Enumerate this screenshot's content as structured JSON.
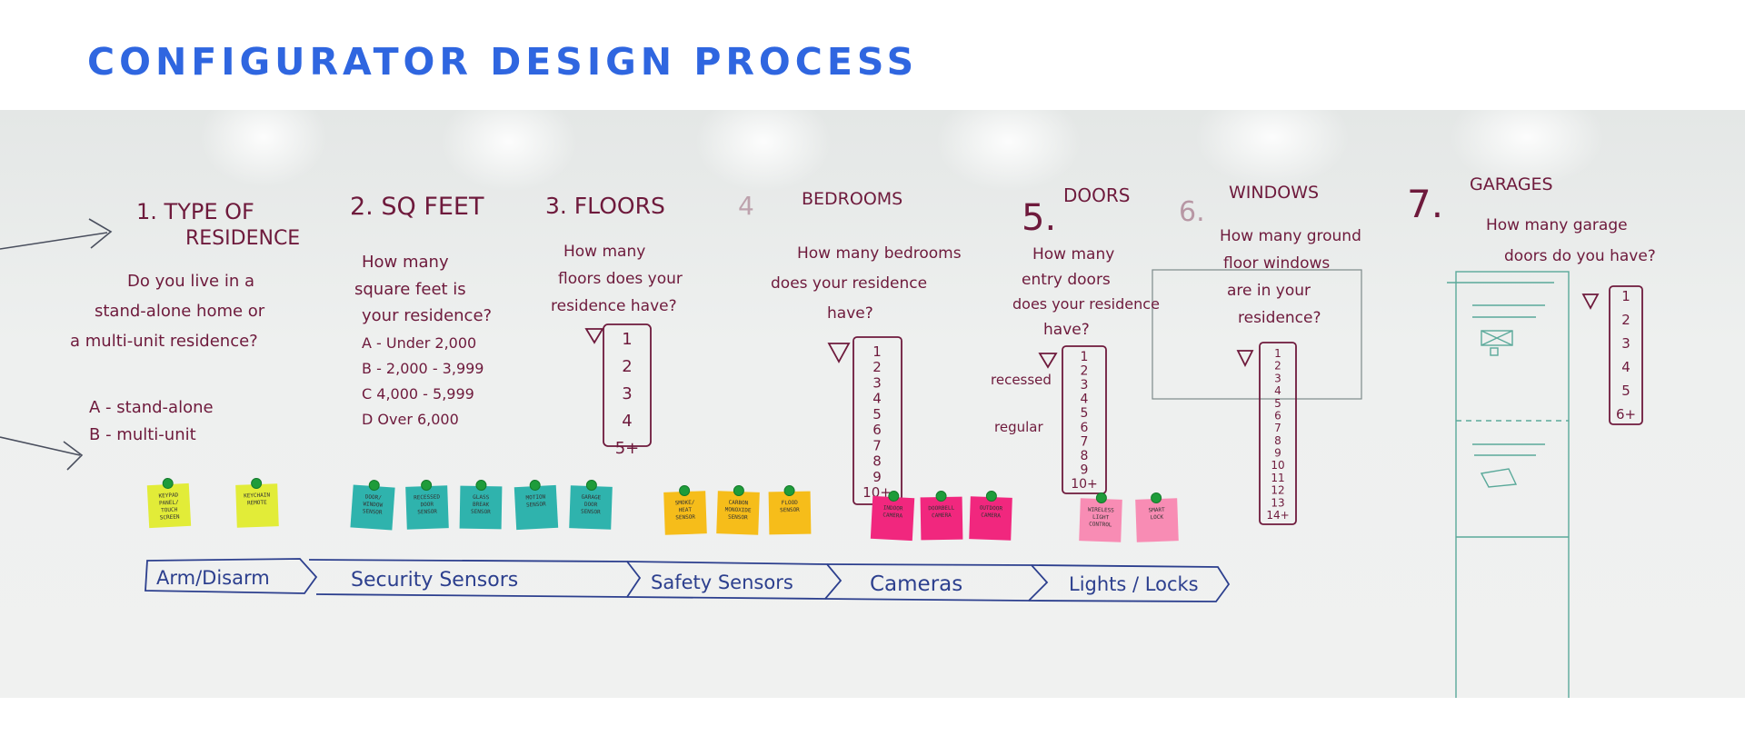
{
  "title": "CONFIGURATOR DESIGN PROCESS",
  "colors": {
    "title": "#2f66e0",
    "marker": "#6e1a3c",
    "blue_marker": "#2c3f8e",
    "teal_marker": "#5aa99a"
  },
  "steps": [
    {
      "heading": [
        "1. TYPE OF",
        "RESIDENCE"
      ],
      "question": [
        "Do you live in a",
        "stand-alone home or",
        "a multi-unit residence?"
      ],
      "answers": [
        "A - stand-alone",
        "B - multi-unit"
      ]
    },
    {
      "heading": [
        "2. SQ FEET"
      ],
      "question": [
        "How many",
        "square feet is",
        "your residence?"
      ],
      "answers": [
        "A - Under 2,000",
        "B - 2,000 - 3,999",
        "C   4,000 - 5,999",
        "D  Over 6,000"
      ]
    },
    {
      "heading": [
        "3. FLOORS"
      ],
      "question": [
        "How many",
        "floors does your",
        "residence have?"
      ],
      "options": [
        "1",
        "2",
        "3",
        "4",
        "5+"
      ]
    },
    {
      "heading": [
        "4",
        "BEDROOMS"
      ],
      "question": [
        "How many bedrooms",
        "does your residence",
        "have?"
      ],
      "options": [
        "1",
        "2",
        "3",
        "4",
        "5",
        "6",
        "7",
        "8",
        "9",
        "10+"
      ]
    },
    {
      "heading": [
        "5.",
        "DOORS"
      ],
      "question": [
        "How many",
        "entry doors",
        "does your residence",
        "have?"
      ],
      "side_labels": [
        "recessed",
        "regular"
      ],
      "options": [
        "1",
        "2",
        "3",
        "4",
        "5",
        "6",
        "7",
        "8",
        "9",
        "10+"
      ]
    },
    {
      "heading": [
        "6.",
        "WINDOWS"
      ],
      "question": [
        "How many ground",
        "floor windows",
        "are in your",
        "residence?"
      ],
      "options": [
        "1",
        "2",
        "3",
        "4",
        "5",
        "6",
        "7",
        "8",
        "9",
        "10",
        "11",
        "12",
        "13",
        "14+"
      ]
    },
    {
      "heading": [
        "7.",
        "GARAGES"
      ],
      "question": [
        "How many garage",
        "doors do you have?"
      ],
      "options": [
        "1",
        "2",
        "3",
        "4",
        "5",
        "6+"
      ]
    }
  ],
  "sticky_notes": [
    {
      "label": "KEYPAD PANEL/ TOUCH SCREEN",
      "color": "#e2ec38"
    },
    {
      "label": "KEYCHAIN REMOTE",
      "color": "#e2ec38"
    },
    {
      "label": "DOOR/ WINDOW SENSOR",
      "color": "#2fb3ad"
    },
    {
      "label": "RECESSED DOOR SENSOR",
      "color": "#2fb3ad"
    },
    {
      "label": "GLASS BREAK SENSOR",
      "color": "#2fb3ad"
    },
    {
      "label": "MOTION SENSOR",
      "color": "#2fb3ad"
    },
    {
      "label": "GARAGE DOOR SENSOR",
      "color": "#2fb3ad"
    },
    {
      "label": "SMOKE/ HEAT SENSOR",
      "color": "#f6bd1a"
    },
    {
      "label": "CARBON MONOXIDE SENSOR",
      "color": "#f6bd1a"
    },
    {
      "label": "FLOOD SENSOR",
      "color": "#f6bd1a"
    },
    {
      "label": "INDOOR CAMERA",
      "color": "#f1277e"
    },
    {
      "label": "DOORBELL CAMERA",
      "color": "#f1277e"
    },
    {
      "label": "OUTDOOR CAMERA",
      "color": "#f1277e"
    },
    {
      "label": "WIRELESS LIGHT CONTROL",
      "color": "#f88cb4"
    },
    {
      "label": "SMART LOCK",
      "color": "#f88cb4"
    }
  ],
  "categories": [
    "Arm/Disarm",
    "Security Sensors",
    "Safety Sensors",
    "Cameras",
    "Lights / Locks"
  ]
}
